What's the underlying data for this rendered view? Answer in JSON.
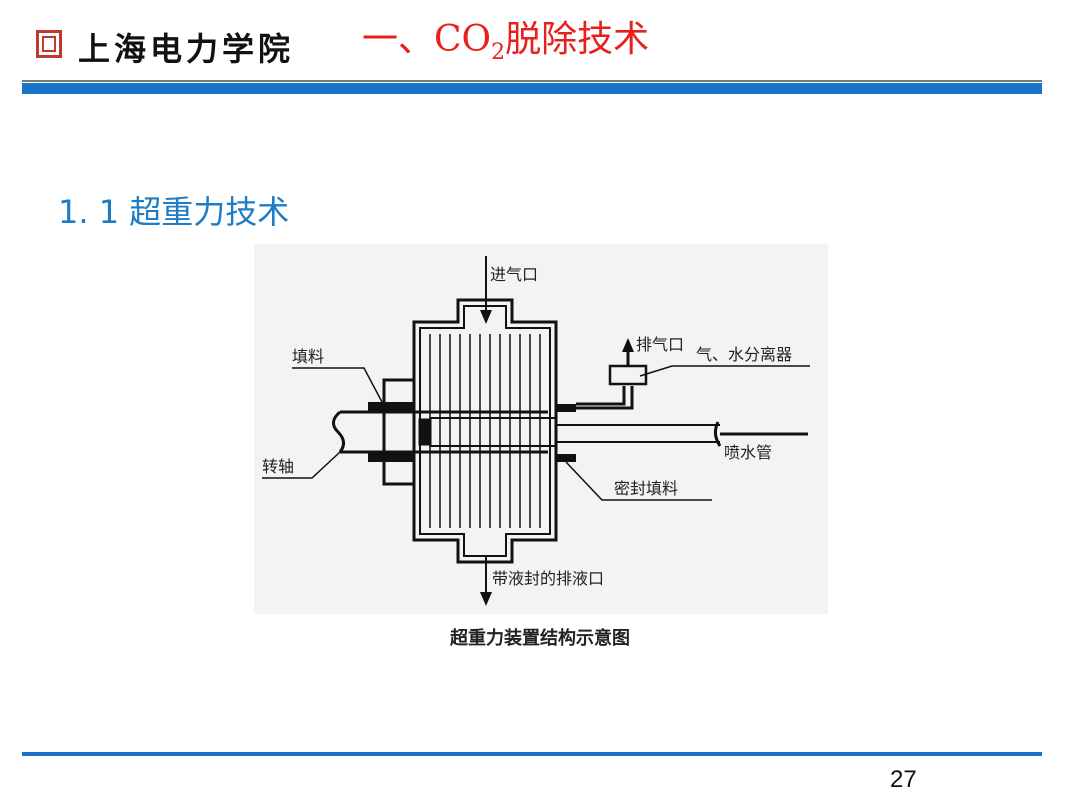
{
  "header": {
    "logo_text": "上海电力学院",
    "title_prefix": "一、CO",
    "title_sub": "2",
    "title_suffix": "脱除技术"
  },
  "section_heading": "1. 1  超重力技术",
  "diagram": {
    "labels": {
      "gas_inlet": "进气口",
      "packing": "填料",
      "gas_outlet": "排气口",
      "separator": "气、水分离器",
      "spray_pipe": "喷水管",
      "shaft": "转轴",
      "seal_packing": "密封填料",
      "liquid_outlet": "带液封的排液口"
    },
    "caption": "超重力装置结构示意图"
  },
  "page_number": "27"
}
